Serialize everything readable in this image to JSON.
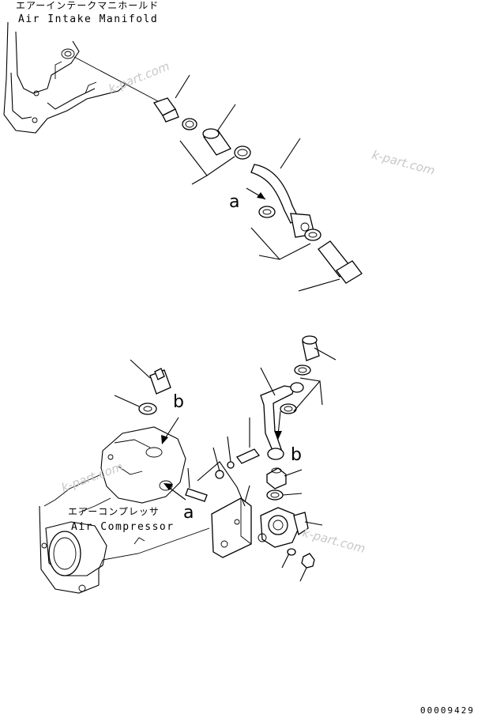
{
  "labels": {
    "manifold_jp": "エアーインテークマニホールド",
    "manifold_en": "Air Intake Manifold",
    "compressor_jp": "エアーコンプレッサ",
    "compressor_en": "Air Compressor",
    "view_a_upper": "a",
    "view_a_lower": "a",
    "view_b_left": "b",
    "view_b_right": "b"
  },
  "watermarks": [
    "k-part.com",
    "k-part.com",
    "k-part.com",
    "k-part.com"
  ],
  "figure_code": "00009429"
}
